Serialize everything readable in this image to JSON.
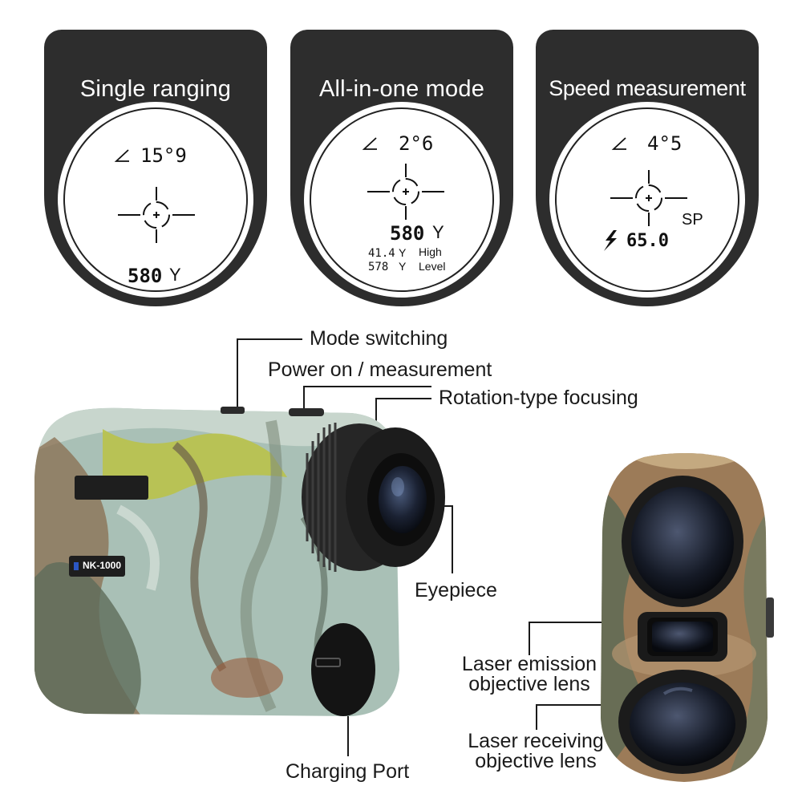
{
  "modes": [
    {
      "title": "Single ranging",
      "angle": "15°9",
      "distance": "580",
      "distance_unit": "Y"
    },
    {
      "title": "All-in-one mode",
      "angle": "2°6",
      "distance": "580",
      "distance_unit": "Y",
      "high_value": "41.4",
      "high_unit": "Y",
      "high_label": "High",
      "level_value": "578",
      "level_unit": "Y",
      "level_label": "Level"
    },
    {
      "title": "Speed measurement",
      "angle": "4°5",
      "speed_unit": "SP",
      "speed": "65.0"
    }
  ],
  "icons": {
    "angle": "angle-icon",
    "reticle": "crosshair-icon",
    "speed": "lightning-icon"
  },
  "product": {
    "badge": "NK-1000"
  },
  "callouts": {
    "mode_switching": "Mode switching",
    "power": "Power on / measurement",
    "focusing": "Rotation-type focusing",
    "eyepiece": "Eyepiece",
    "charging": "Charging Port",
    "emission_line1": "Laser emission",
    "emission_line2": "objective lens",
    "receiving_line1": "Laser receiving",
    "receiving_line2": "objective lens"
  },
  "colors": {
    "card_bg": "#2d2d2d",
    "camo_base": "#9fb8ad",
    "camo_light": "#c9d6cf",
    "camo_leaf": "#b9c24a",
    "camo_bark": "#8a6d4f",
    "rubber": "#2b2b2b"
  }
}
